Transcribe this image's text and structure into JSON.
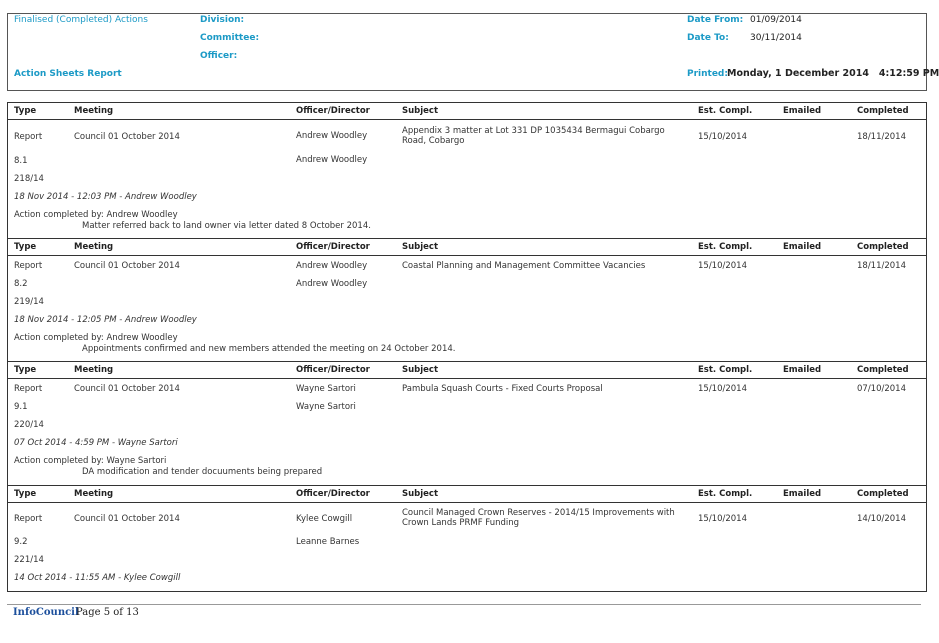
{
  "header": {
    "report_status": "Finalised (Completed) Actions",
    "report_name": "Action Sheets Report",
    "division_label": "Division:",
    "committee_label": "Committee:",
    "officer_label": "Officer:",
    "date_from_label": "Date From:",
    "date_from_value": "01/09/2014",
    "date_to_label": "Date To:",
    "date_to_value": "30/11/2014",
    "printed_label": "Printed:",
    "printed_value": "Monday, 1 December 2014   4:12:59 PM"
  },
  "columns": {
    "type": "Type",
    "meeting": "Meeting",
    "officer": "Officer/Director",
    "subject": "Subject",
    "est_compl": "Est. Compl.",
    "emailed": "Emailed",
    "completed": "Completed"
  },
  "actions": [
    {
      "type": "Report",
      "meeting": "Council 01 October 2014",
      "officer": "Andrew Woodley",
      "officer2": "Andrew Woodley",
      "subject": "Appendix 3 matter at Lot 331 DP 1035434 Bermagui Cobargo Road, Cobargo",
      "est_compl": "15/10/2014",
      "emailed": "",
      "completed": "18/11/2014",
      "item_no": "8.1",
      "ref": "218/14",
      "note_time": "18 Nov 2014 - 12:03 PM - Andrew Woodley",
      "completed_by": "Action completed by: Andrew Woodley",
      "comment": "Matter referred back to land owner via letter dated 8 October 2014."
    },
    {
      "type": "Report",
      "meeting": "Council 01 October 2014",
      "officer": "Andrew Woodley",
      "officer2": "Andrew Woodley",
      "subject": "Coastal Planning and Management Committee Vacancies",
      "est_compl": "15/10/2014",
      "emailed": "",
      "completed": "18/11/2014",
      "item_no": "8.2",
      "ref": "219/14",
      "note_time": "18 Nov 2014 - 12:05 PM - Andrew Woodley",
      "completed_by": "Action completed by: Andrew Woodley",
      "comment": "Appointments confirmed and new members attended the meeting on 24 October 2014."
    },
    {
      "type": "Report",
      "meeting": "Council 01 October 2014",
      "officer": "Wayne Sartori",
      "officer2": "Wayne Sartori",
      "subject": "Pambula Squash Courts - Fixed Courts Proposal",
      "est_compl": "15/10/2014",
      "emailed": "",
      "completed": "07/10/2014",
      "item_no": "9.1",
      "ref": "220/14",
      "note_time": "07 Oct 2014 - 4:59 PM - Wayne Sartori",
      "completed_by": "Action completed by: Wayne Sartori",
      "comment": "DA modification and tender docuuments being prepared"
    },
    {
      "type": "Report",
      "meeting": "Council 01 October 2014",
      "officer": "Kylee Cowgill",
      "officer2": "Leanne Barnes",
      "subject": "Council Managed Crown Reserves - 2014/15 Improvements with Crown Lands PRMF Funding",
      "est_compl": "15/10/2014",
      "emailed": "",
      "completed": "14/10/2014",
      "item_no": "9.2",
      "ref": "221/14",
      "note_time": "14 Oct 2014 - 11:55 AM - Kylee Cowgill"
    }
  ],
  "footer": {
    "brand": "InfoCouncil",
    "page": "Page 5 of 13"
  }
}
